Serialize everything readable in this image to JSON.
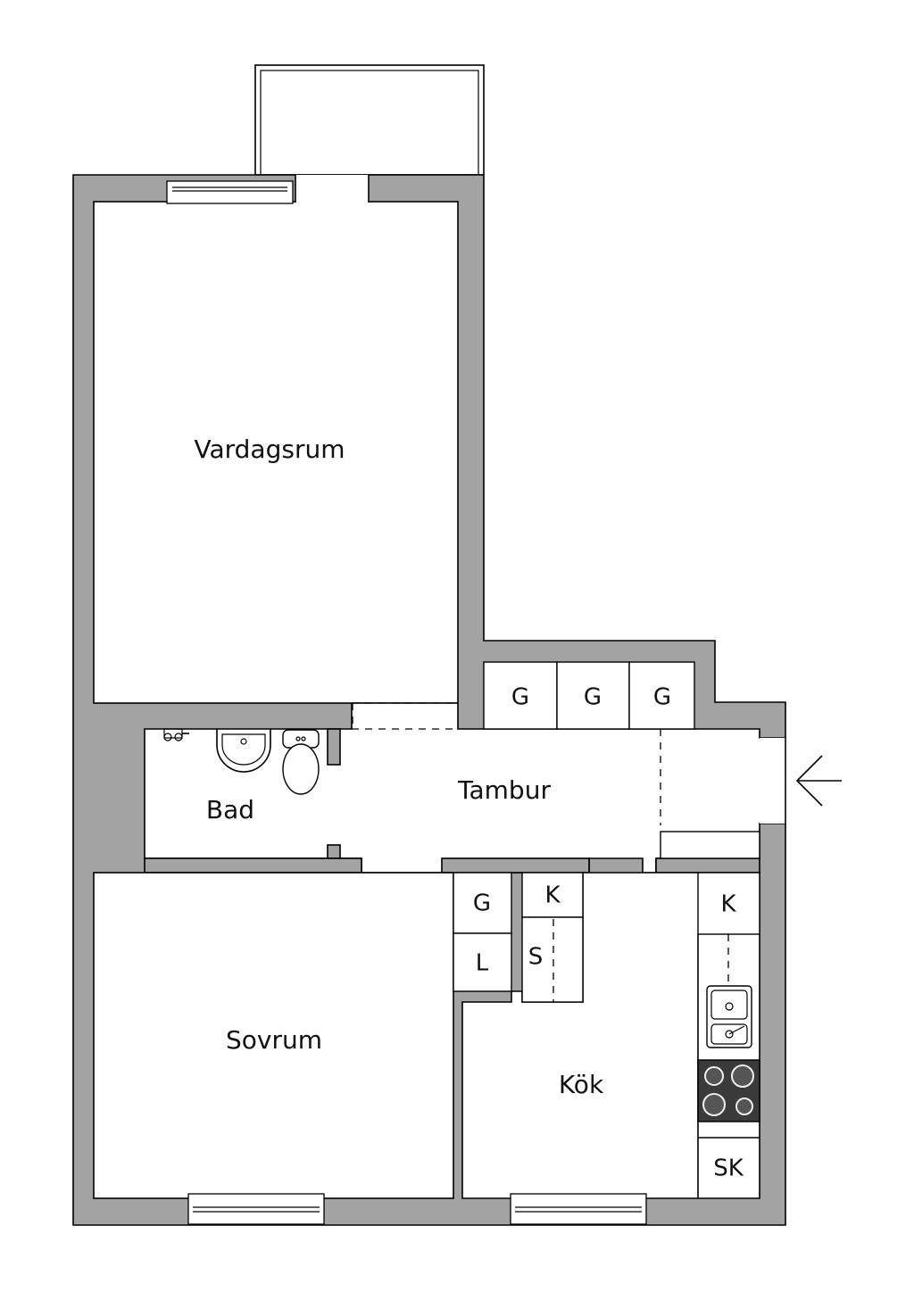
{
  "rooms": {
    "living": "Vardagsrum",
    "hall": "Tambur",
    "bath": "Bad",
    "bedroom": "Sovrum",
    "kitchen": "Kök"
  },
  "cabinets": {
    "hall_wardrobe_1": "G",
    "hall_wardrobe_2": "G",
    "hall_wardrobe_3": "G",
    "wardrobe_small": "G",
    "linen": "L",
    "fridge_left": "K",
    "freezer_left": "S",
    "fridge_right": "K",
    "broom_closet": "SK"
  },
  "icons": {
    "entrance": "entrance-arrow-icon",
    "sink": "sink-icon",
    "toilet": "toilet-icon",
    "faucet": "faucet-icon",
    "kitchen_sink": "kitchen-sink-icon",
    "stove": "stove-icon"
  },
  "colors": {
    "wall": "#a3a3a3",
    "stove": "#3a3a3a"
  }
}
